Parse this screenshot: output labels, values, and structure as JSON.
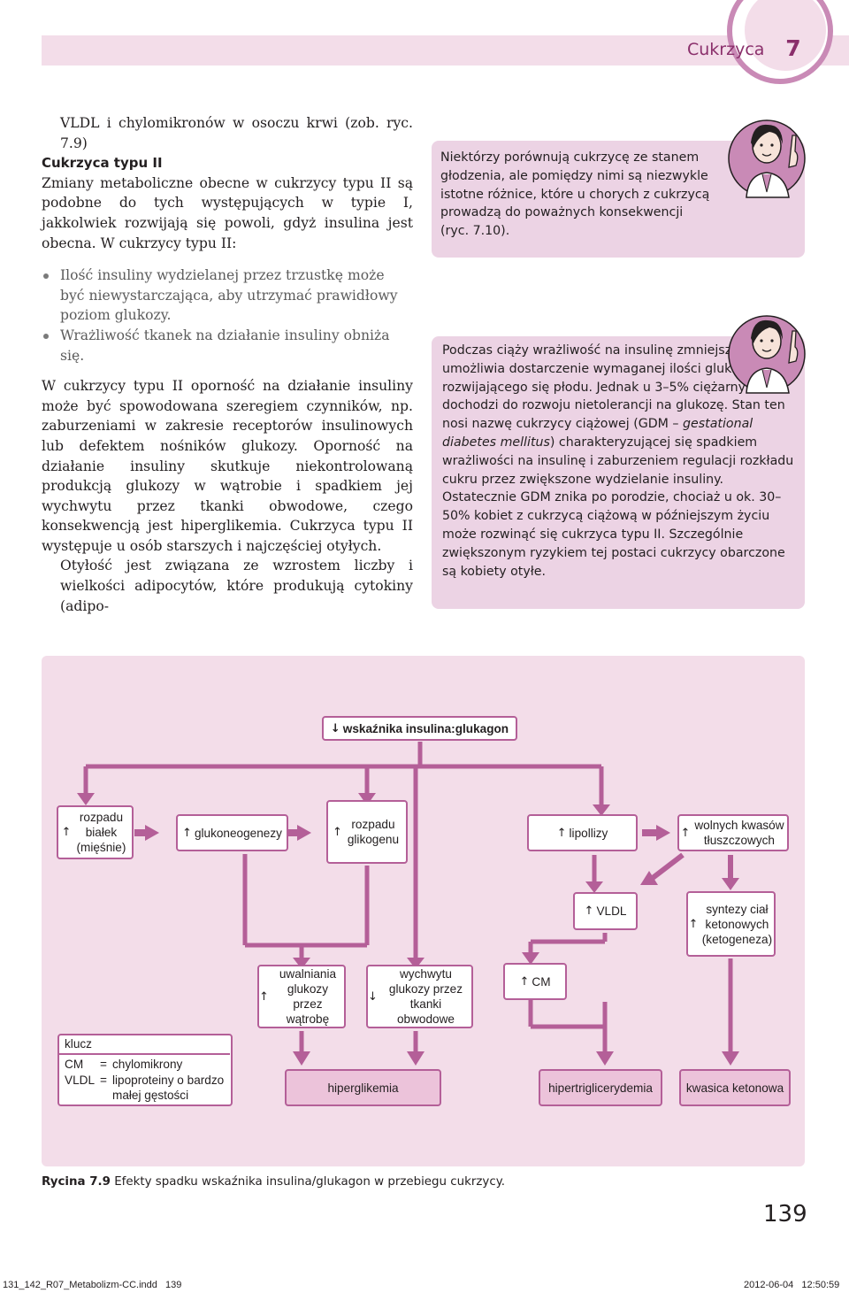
{
  "header": {
    "chapter_title": "Cukrzyca",
    "chapter_number": "7"
  },
  "main": {
    "p0": "VLDL i chylomikronów w osoczu krwi (zob. ryc. 7.9)",
    "section_title": "Cukrzyca typu II",
    "p1": "Zmiany metaboliczne obecne w cukrzycy typu II są podobne do tych występujących w typie I, jakkolwiek rozwijają się powoli, gdyż insulina jest obecna. W cukrzycy typu II:",
    "bullets": [
      "Ilość insuliny wydzielanej przez trzustkę może być niewystarczająca, aby utrzymać prawidłowy poziom glukozy.",
      "Wrażliwość tkanek na działanie insuliny obniża się."
    ],
    "p2": "W cukrzycy typu II oporność na działanie insuliny może być spowodowana szeregiem czynników, np. zaburzeniami w zakresie receptorów insulinowych lub defektem nośników glukozy. Oporność na działanie insuliny skutkuje niekontrolowaną produkcją glukozy w wątrobie i spadkiem jej wychwytu przez tkanki obwodowe, czego konsekwencją jest hiperglikemia. Cukrzyca typu II występuje u osób starszych i najczęściej otyłych.",
    "p3": "Otyłość jest związana ze wzrostem liczby i wielkości adipocytów, które produkują cytokiny (adipo-"
  },
  "sidebox1": {
    "text": "Niektórzy porównują cukrzycę ze stanem głodzenia, ale pomiędzy nimi są niezwykle istotne różnice, które u chorych z cukrzycą prowadzą do poważnych konsekwencji (ryc. 7.10)."
  },
  "sidebox2": {
    "text_a": "Podczas ciąży wrażliwość na insulinę zmniejsza się, co umożliwia dostarczenie wymaganej ilości glukozy do rozwijającego się płodu. Jednak u 3–5% ciężarnych dochodzi do rozwoju nietolerancji na glukozę. Stan ten nosi nazwę cukrzycy ciążowej (GDM – ",
    "text_italic": "gestational diabetes mellitus",
    "text_b": ") charakteryzującej się spadkiem wrażliwości na insulinę i zaburzeniem regulacji rozkładu cukru przez zwiększone wydzielanie insuliny. Ostatecznie GDM znika po porodzie, chociaż u ok. 30–50% kobiet z cukrzycą ciążową w późniejszym życiu może rozwinąć się cukrzyca typu II. Szczególnie zwiększonym ryzykiem tej postaci cukrzycy obarczone są kobiety otyłe."
  },
  "figure": {
    "up_arrow": "↑",
    "down_arrow": "↓",
    "nodes": {
      "ratio": "wskaźnika insulina:glukagon",
      "proteolysis": "rozpadu białek (mięśnie)",
      "gluconeogenesis": "glukoneogenezy",
      "glycogenolysis": "rozpadu glikogenu",
      "lipolysis": "lipollizy",
      "ffa": "wolnych kwasów tłuszczowych",
      "vldl": "VLDL",
      "ketogenesis": "syntezy ciał ketonowych (ketogeneza)",
      "hepatic_release": "uwalniania glukozy przez wątrobę",
      "peripheral_uptake": "wychwytu glukozy przez tkanki obwodowe",
      "cm": "CM",
      "hyperglycemia": "hiperglikemia",
      "hypertriglyceridemia": "hipertriglicerydemia",
      "ketoacidosis": "kwasica ketonowa"
    },
    "key": {
      "title": "klucz",
      "rows": [
        {
          "abbr": "CM",
          "eq": "=",
          "def": "chylomikrony"
        },
        {
          "abbr": "VLDL",
          "eq": "=",
          "def": "lipoproteiny o bardzo małej gęstości"
        }
      ]
    }
  },
  "caption": {
    "label": "Rycina 7.9",
    "text": "Efekty spadku wskaźnika insulina/glukagon w przebiegu cukrzycy."
  },
  "page_number": "139",
  "footer": {
    "left": "131_142_R07_Metabolizm-CC.indd   139",
    "right": "2012-06-04   12:50:59"
  }
}
